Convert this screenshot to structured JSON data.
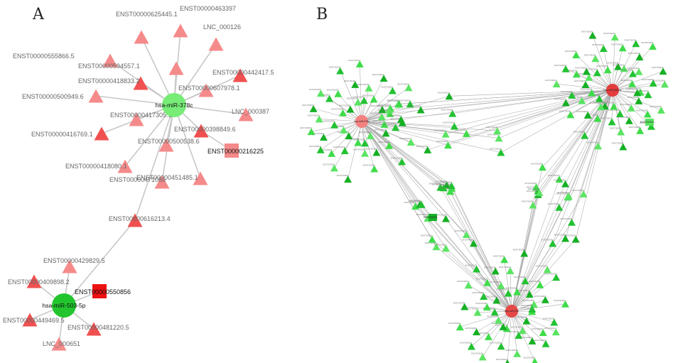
{
  "panels": {
    "a": {
      "letter": "A",
      "hubs": [
        {
          "id": "h378",
          "label": "hsa-miR-378c",
          "color": "#77ec77"
        },
        {
          "id": "h503",
          "label": "hsa-miR-503-5p",
          "color": "#22c52e"
        }
      ],
      "nodes": [
        {
          "id": "n1",
          "label": "ENST00000463397",
          "shape": "triangle",
          "color": "#f58a8a"
        },
        {
          "id": "n2",
          "label": "ENST00000625445.1",
          "shape": "triangle",
          "color": "#f58a8a"
        },
        {
          "id": "n3",
          "label": "LNC_000126",
          "shape": "triangle",
          "color": "#f58a8a"
        },
        {
          "id": "n4",
          "label": "ENST00000555866.5",
          "shape": "triangle",
          "color": "#f58a8a"
        },
        {
          "id": "n5",
          "label": "ENST00000594557.1",
          "shape": "triangle",
          "color": "#f58a8a"
        },
        {
          "id": "n6",
          "label": "ENST00000442417.5",
          "shape": "triangle",
          "color": "#f05050"
        },
        {
          "id": "n7",
          "label": "ENST00000418833.2",
          "shape": "triangle",
          "color": "#f05050"
        },
        {
          "id": "n8",
          "label": "ENST00000607978.1",
          "shape": "triangle",
          "color": "#f58a8a"
        },
        {
          "id": "n9",
          "label": "ENST00000500949.6",
          "shape": "triangle",
          "color": "#f58a8a"
        },
        {
          "id": "n10",
          "label": "LNC_000387",
          "shape": "triangle",
          "color": "#f58a8a"
        },
        {
          "id": "n11",
          "label": "ENST00000417305.1",
          "shape": "triangle",
          "color": "#f58a8a"
        },
        {
          "id": "n12",
          "label": "ENST00000398849.6",
          "shape": "triangle",
          "color": "#f05050"
        },
        {
          "id": "n13",
          "label": "ENST00000416769.1",
          "shape": "triangle",
          "color": "#f05050"
        },
        {
          "id": "n14",
          "label": "ENST00000500538.6",
          "shape": "triangle",
          "color": "#f58a8a"
        },
        {
          "id": "n15",
          "label": "ENST00000216225",
          "shape": "square",
          "color": "#f58a8a",
          "dark_label": true
        },
        {
          "id": "n16",
          "label": "ENST00000418080.1",
          "shape": "triangle",
          "color": "#f58a8a"
        },
        {
          "id": "n17",
          "label": "ENST00000451485.1",
          "shape": "triangle",
          "color": "#f58a8a"
        },
        {
          "id": "n18",
          "label": "ENST00000471086",
          "shape": "triangle",
          "color": "#f58a8a"
        },
        {
          "id": "n19",
          "label": "ENST00000616213.4",
          "shape": "triangle",
          "color": "#f05050"
        },
        {
          "id": "n20",
          "label": "ENST00000429829.5",
          "shape": "triangle",
          "color": "#f58a8a"
        },
        {
          "id": "n21",
          "label": "ENST00000409898.2",
          "shape": "triangle",
          "color": "#f05050"
        },
        {
          "id": "n22",
          "label": "ENST00000550856",
          "shape": "square",
          "color": "#ee1111",
          "dark_label": true
        },
        {
          "id": "n23",
          "label": "ENST00000449469.5",
          "shape": "triangle",
          "color": "#f05050"
        },
        {
          "id": "n24",
          "label": "ENST00000481220.5",
          "shape": "triangle",
          "color": "#f05050"
        },
        {
          "id": "n25",
          "label": "LNC_000651",
          "shape": "triangle",
          "color": "#f58a8a"
        }
      ],
      "edges": [
        [
          "h378",
          "n1"
        ],
        [
          "h378",
          "n2"
        ],
        [
          "h378",
          "n3"
        ],
        [
          "h378",
          "n4"
        ],
        [
          "h378",
          "n5"
        ],
        [
          "h378",
          "n6"
        ],
        [
          "h378",
          "n7"
        ],
        [
          "h378",
          "n8"
        ],
        [
          "h378",
          "n9"
        ],
        [
          "h378",
          "n10"
        ],
        [
          "h378",
          "n11"
        ],
        [
          "h378",
          "n12"
        ],
        [
          "h378",
          "n13"
        ],
        [
          "h378",
          "n14"
        ],
        [
          "n12",
          "n15"
        ],
        [
          "h378",
          "n16"
        ],
        [
          "h378",
          "n17"
        ],
        [
          "h378",
          "n18"
        ],
        [
          "h378",
          "n19"
        ],
        [
          "n19",
          "h503"
        ],
        [
          "h503",
          "n20"
        ],
        [
          "h503",
          "n21"
        ],
        [
          "h503",
          "n22"
        ],
        [
          "h503",
          "n23"
        ],
        [
          "h503",
          "n24"
        ],
        [
          "h503",
          "n25"
        ]
      ]
    },
    "b": {
      "letter": "B",
      "hubs": [
        {
          "id": "bh1",
          "label": "hsa-miR-378c",
          "color": "#f48080",
          "leaf_count": 44
        },
        {
          "id": "bh2",
          "label": "hsa-miR-503-5p",
          "color": "#e23c3c",
          "leaf_count": 52
        },
        {
          "id": "bh3",
          "label": "hsa-miR-29a",
          "color": "#e64848",
          "leaf_count": 46
        }
      ],
      "shared_leaf_count": 48,
      "leaf_label": "ENST00000…",
      "square_labels": [
        "ENST00000…",
        "ENST00000…"
      ],
      "leaf_colors": [
        "#3fdc4a",
        "#22c232",
        "#5ae462",
        "#16b024"
      ]
    }
  }
}
